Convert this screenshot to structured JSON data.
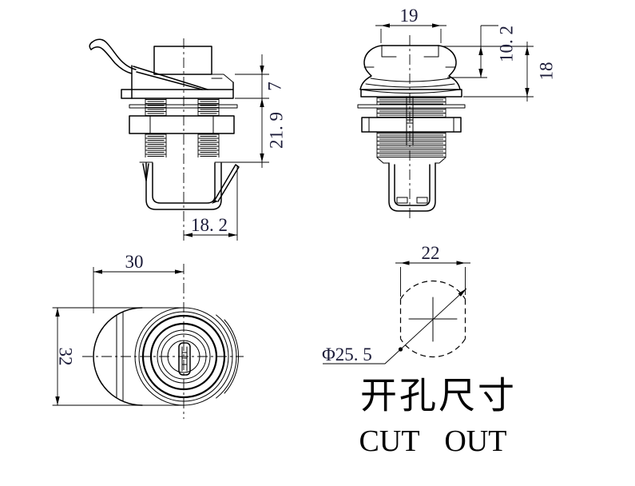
{
  "side_view": {
    "h7": "7",
    "h21_9": "21. 9",
    "w18_2": "18. 2"
  },
  "front_view": {
    "w19": "19",
    "h10_2": "10. 2",
    "h18": "18"
  },
  "top_view": {
    "w30": "30",
    "h32": "32"
  },
  "cutout_view": {
    "w22": "22",
    "dia": "Φ25. 5",
    "caption_cn": "开孔尺寸",
    "caption_en": "CUT OUT"
  },
  "colors": {
    "line": "#000000",
    "dim_text": "#1b1b38",
    "background": "#ffffff"
  }
}
